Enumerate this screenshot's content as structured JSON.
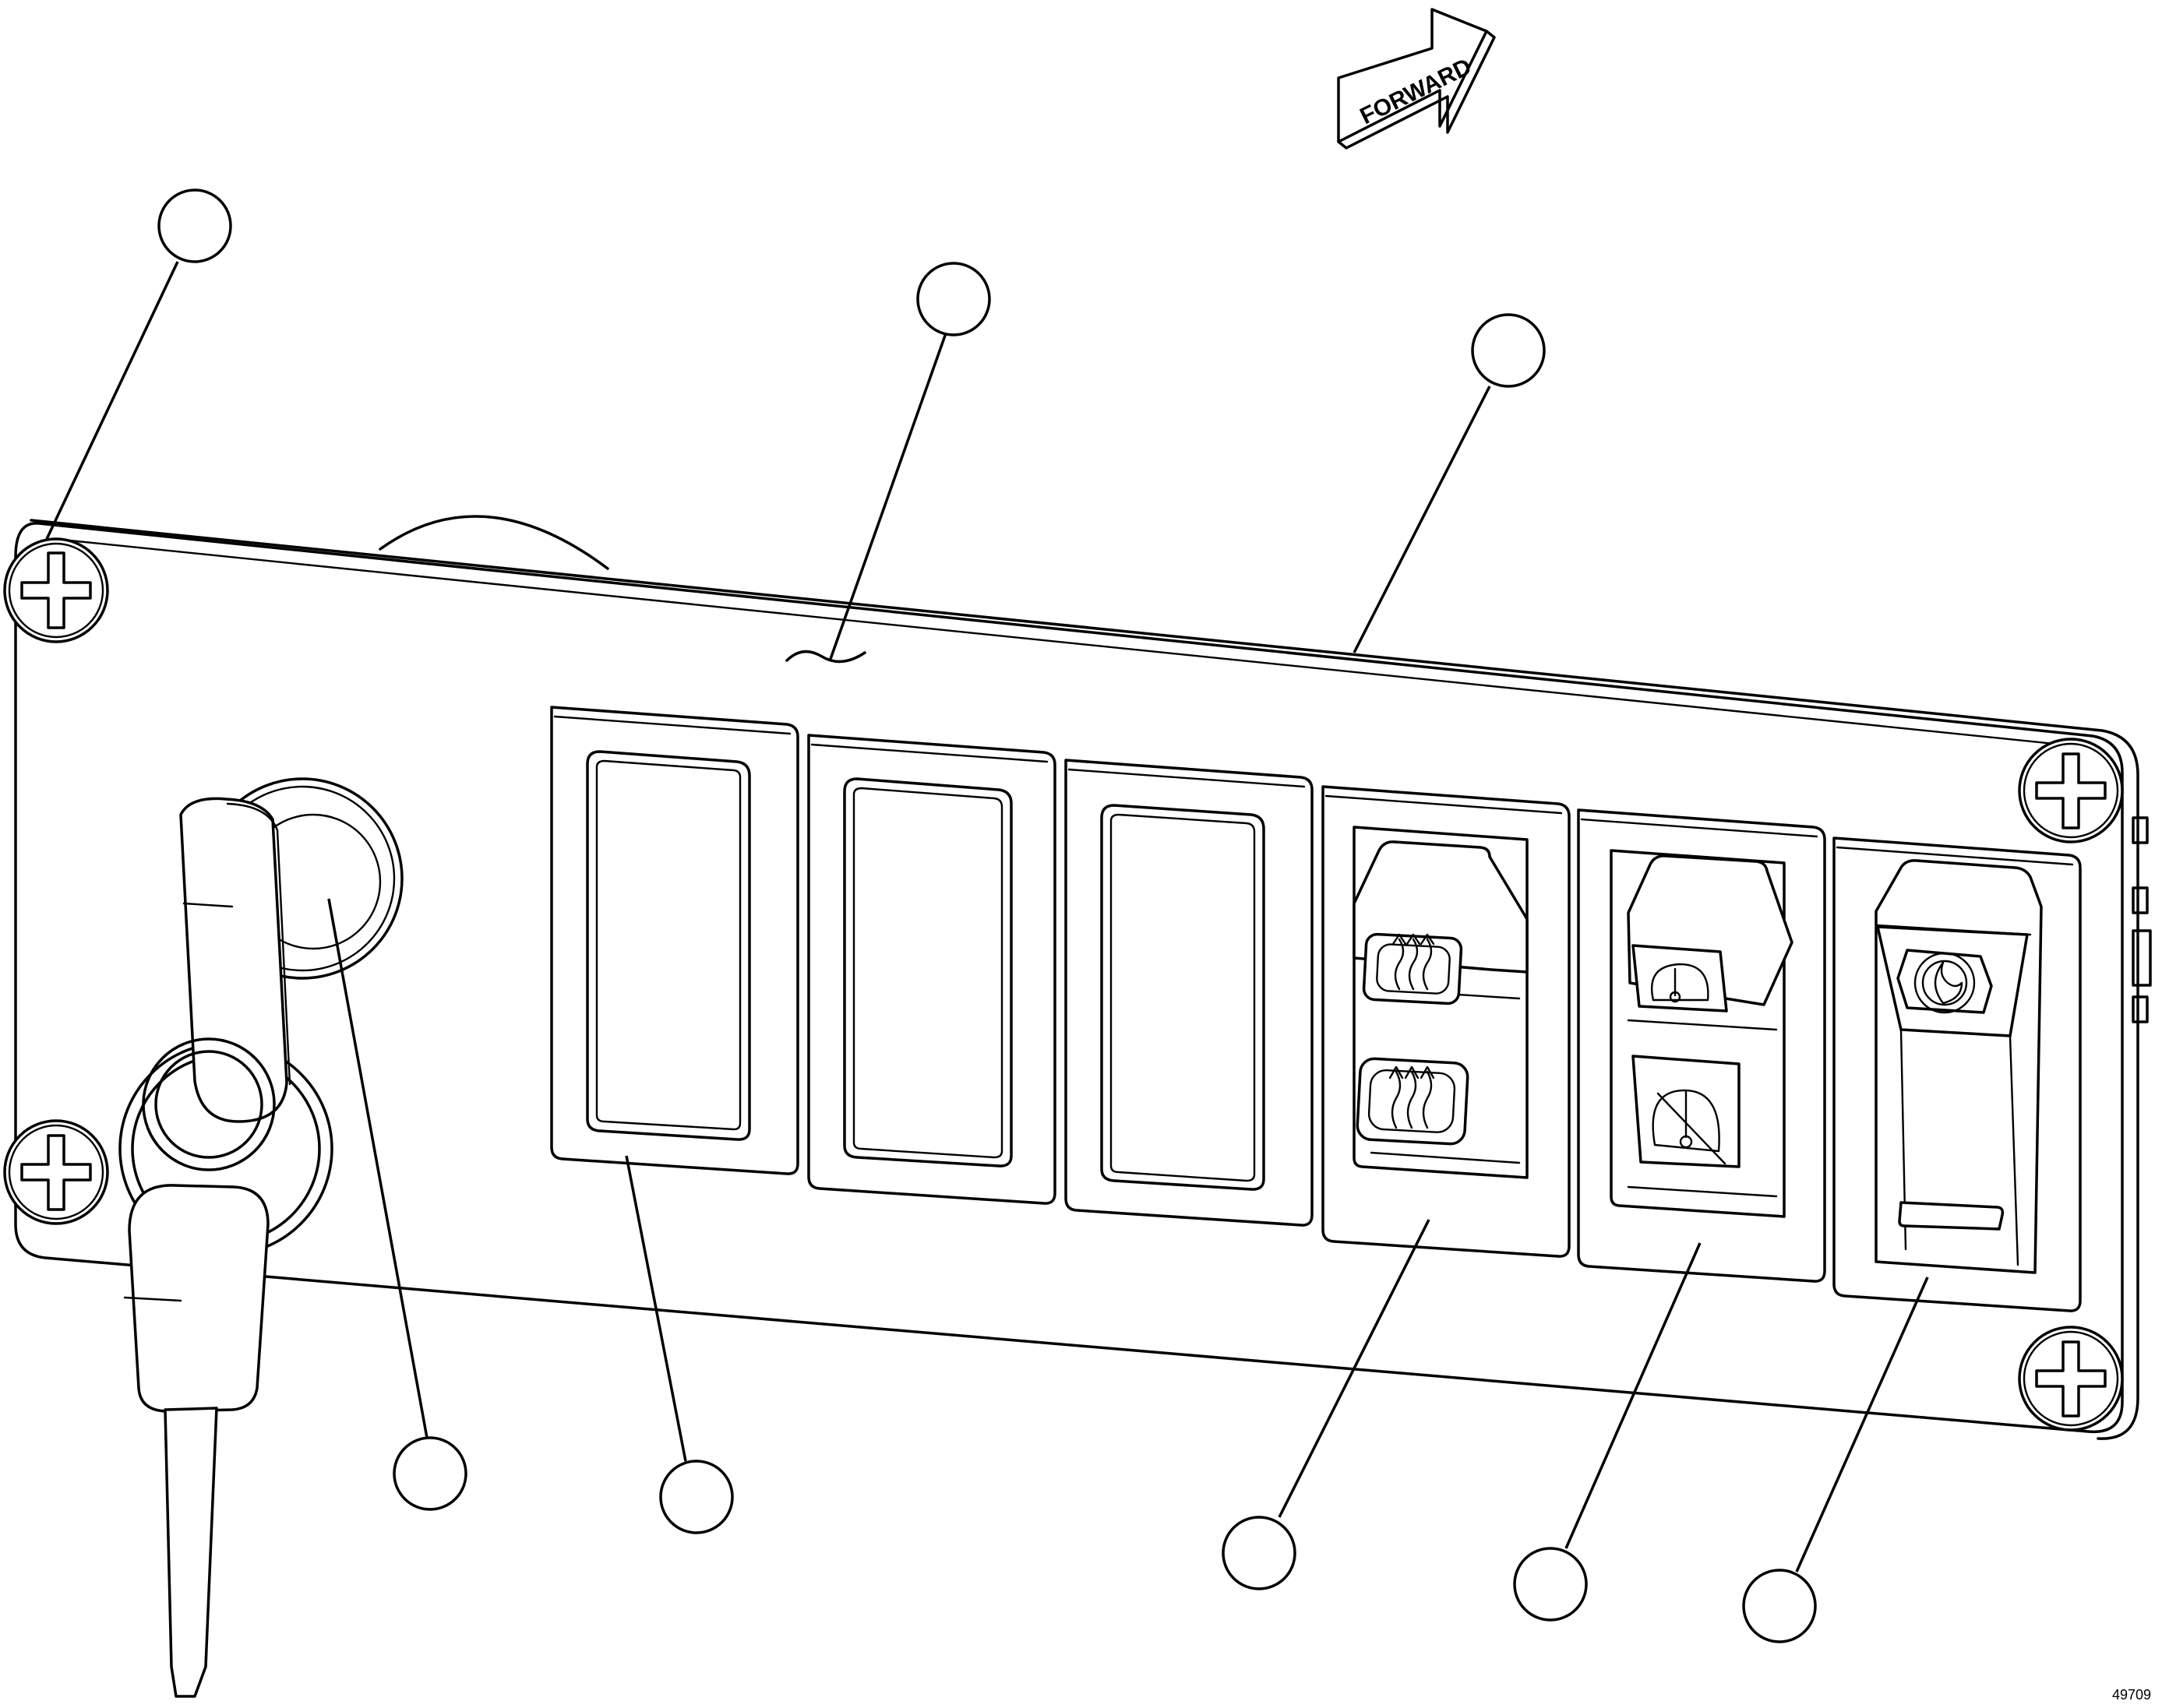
{
  "direction_arrow": {
    "label": "FORWARD"
  },
  "figure_number": "49709",
  "callouts": [
    {
      "id": "screw-top-left",
      "label": ""
    },
    {
      "id": "panel-surface-break",
      "label": ""
    },
    {
      "id": "panel-plate",
      "label": ""
    },
    {
      "id": "ignition-key-switch",
      "label": ""
    },
    {
      "id": "blank-switch-plugs",
      "label": ""
    },
    {
      "id": "heater-rocker-switch",
      "label": ""
    },
    {
      "id": "temperature-rocker-switch",
      "label": ""
    },
    {
      "id": "light-rocker-switch",
      "label": ""
    }
  ],
  "switches": [
    {
      "name": "blank-plug-1",
      "icon": "none"
    },
    {
      "name": "blank-plug-2",
      "icon": "none"
    },
    {
      "name": "blank-plug-3",
      "icon": "none"
    },
    {
      "name": "rocker-switch-heater",
      "icon": "heat-waves-icon"
    },
    {
      "name": "rocker-switch-temperature",
      "icon": "thermometer-icon"
    },
    {
      "name": "rocker-switch-light",
      "icon": "dimmer-moon-icon"
    }
  ]
}
